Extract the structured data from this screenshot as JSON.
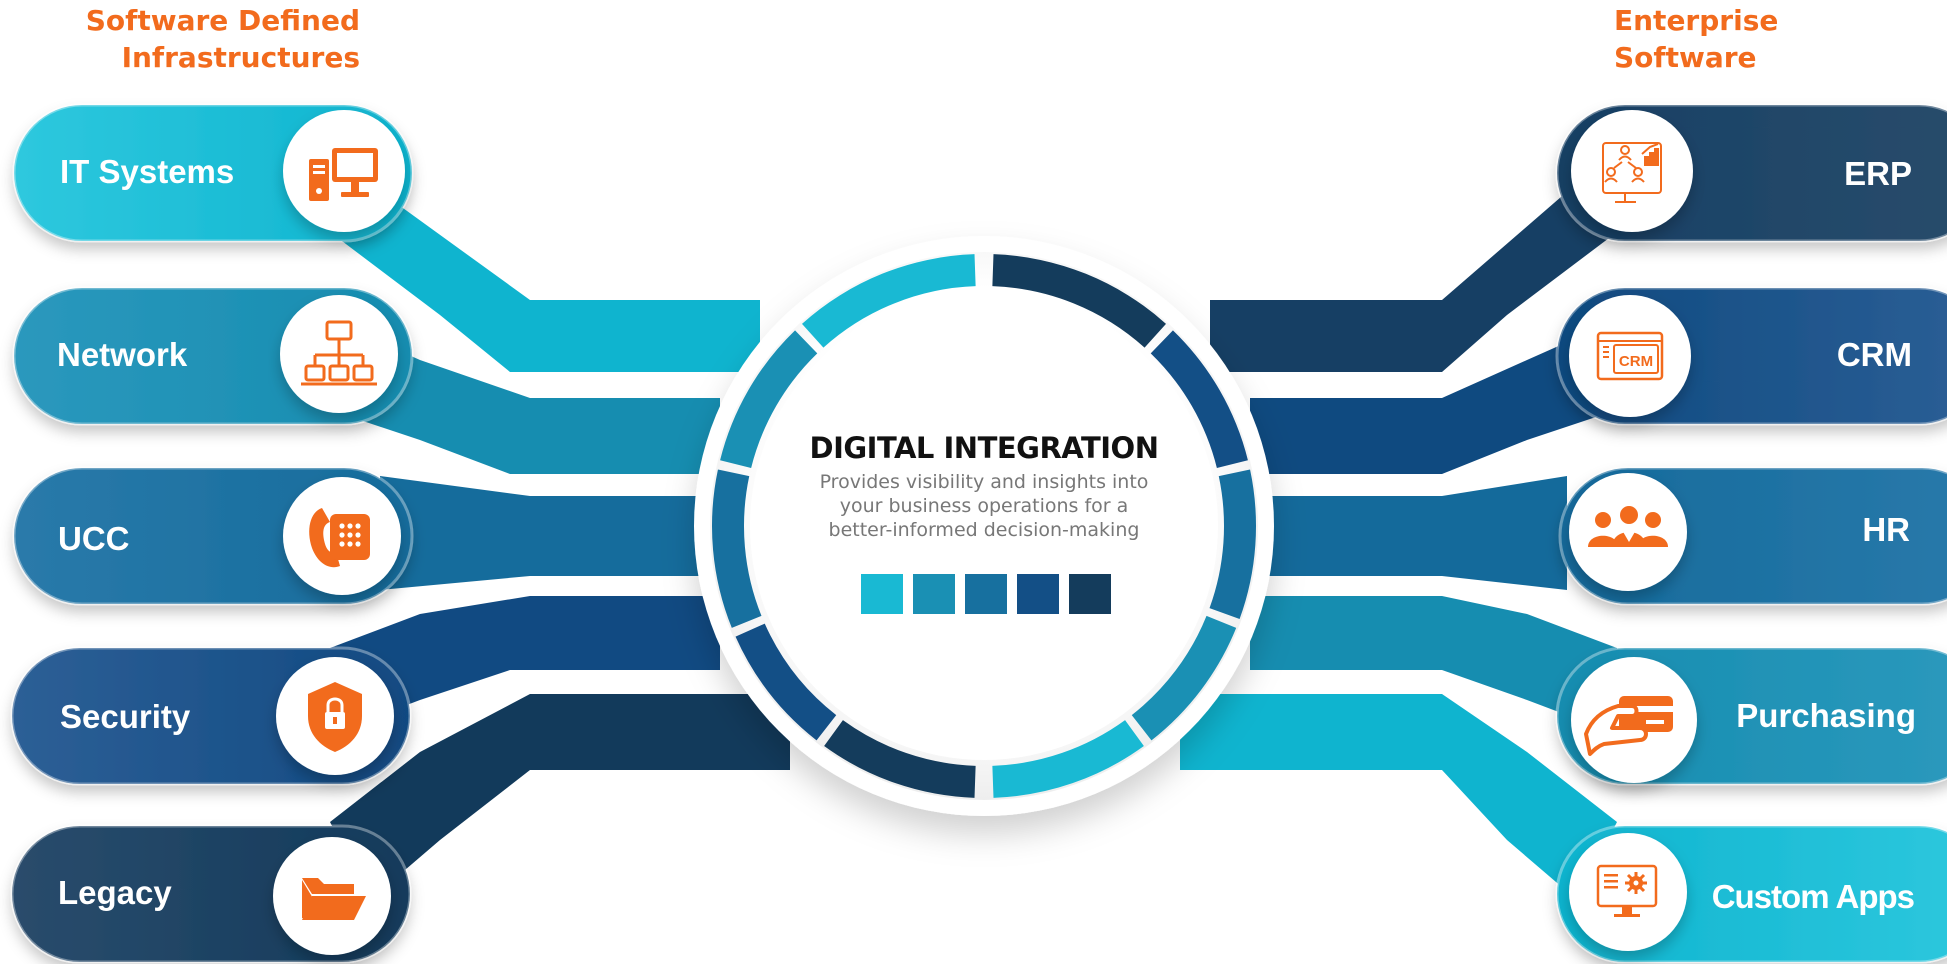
{
  "left_group": {
    "title_line1": "Software Defined",
    "title_line2": "Infrastructures",
    "items": [
      {
        "label": "IT Systems",
        "icon": "desktop-computer-icon"
      },
      {
        "label": "Network",
        "icon": "network-topology-icon"
      },
      {
        "label": "UCC",
        "icon": "desk-phone-icon"
      },
      {
        "label": "Security",
        "icon": "lock-shield-icon"
      },
      {
        "label": "Legacy",
        "icon": "open-folder-icon"
      }
    ]
  },
  "right_group": {
    "title_line1": "Enterprise",
    "title_line2": "Software",
    "items": [
      {
        "label": "ERP",
        "icon": "erp-network-icon"
      },
      {
        "label": "CRM",
        "icon": "crm-window-icon",
        "icon_text": "CRM"
      },
      {
        "label": "HR",
        "icon": "people-group-icon"
      },
      {
        "label": "Purchasing",
        "icon": "card-payment-icon"
      },
      {
        "label": "Custom Apps",
        "icon": "app-settings-monitor-icon"
      }
    ]
  },
  "center": {
    "title": "DIGITAL INTEGRATION",
    "description_line1": "Provides visibility and insights into",
    "description_line2": "your business operations for a",
    "description_line3": "better-informed decision-making"
  },
  "colors": {
    "accent_orange": "#f26b1d",
    "shade_1": "#19b9d3",
    "shade_2": "#1a90b4",
    "shade_3": "#17709f",
    "shade_4": "#134f86",
    "shade_5": "#143c5c"
  }
}
